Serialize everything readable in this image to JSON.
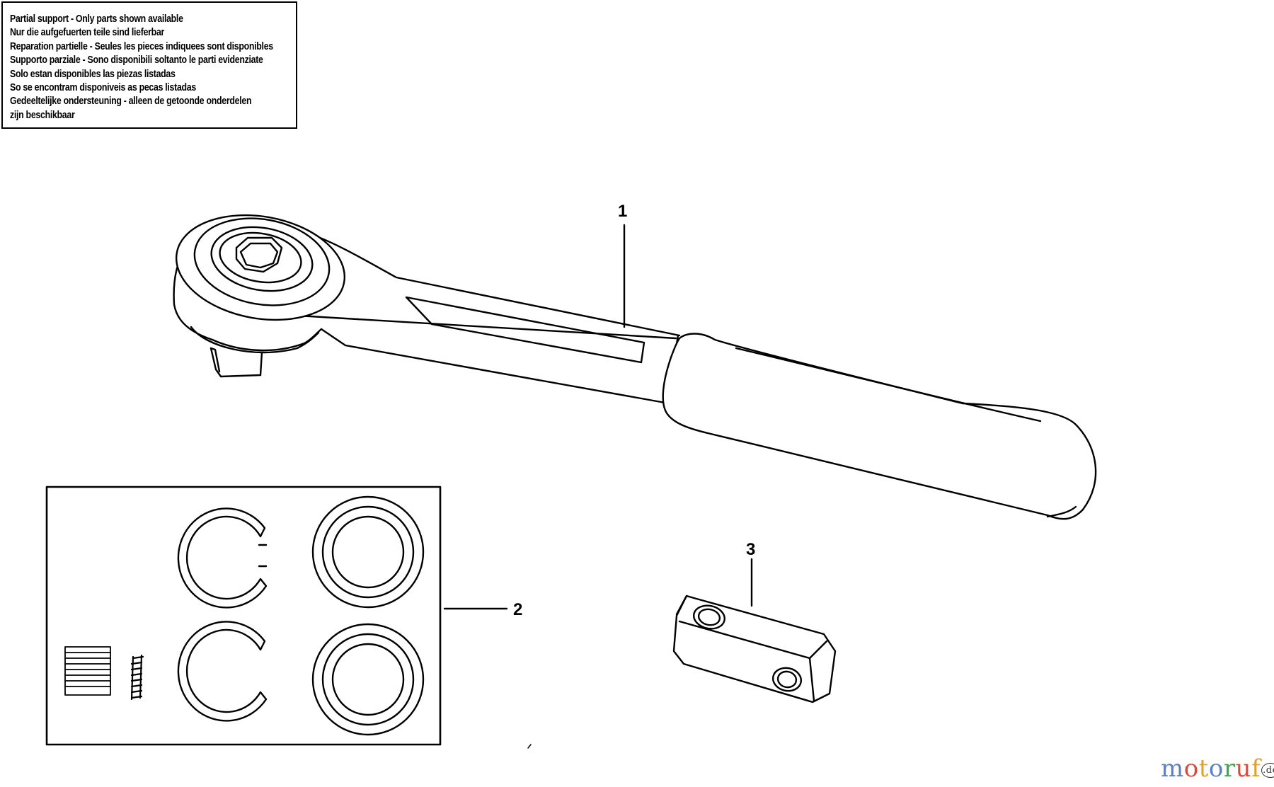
{
  "notice": {
    "lines": [
      "Partial support - Only parts shown available",
      "Nur die aufgefuerten teile sind lieferbar",
      "Reparation partielle - Seules les pieces indiquees sont disponibles",
      "Supporto parziale - Sono disponibili soltanto le parti evidenziate",
      "Solo estan disponibles las piezas listadas",
      "So se encontram disponiveis as pecas listadas",
      "Gedeeltelijke ondersteuning - alleen de getoonde onderdelen",
      "zijn beschikbaar"
    ]
  },
  "callouts": {
    "part1": "1",
    "part2": "2",
    "part3": "3"
  },
  "watermark": {
    "letters": [
      "m",
      "o",
      "t",
      "o",
      "r",
      "u",
      "f"
    ],
    "colors": [
      "#5a7fc4",
      "#d84a3a",
      "#e0a030",
      "#5a7fc4",
      "#3aa84a",
      "#d84a3a",
      "#e0a030"
    ],
    "suffix": ".de"
  }
}
